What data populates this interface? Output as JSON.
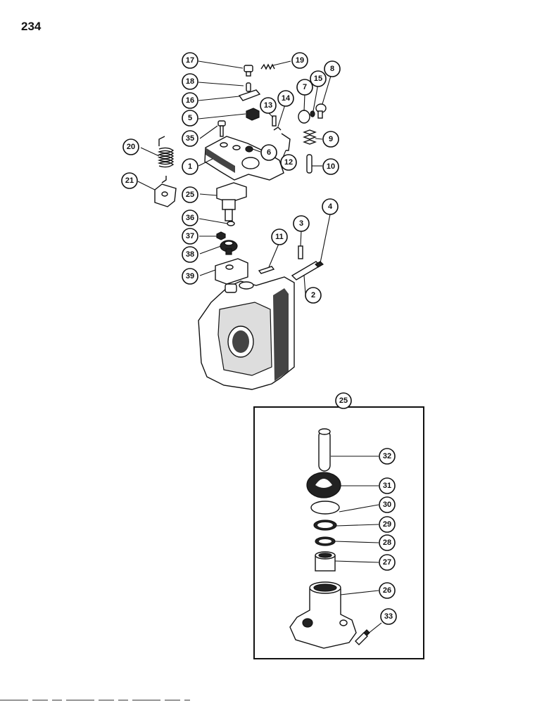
{
  "page_number": "234",
  "callouts": [
    {
      "id": "c17",
      "label": "17"
    },
    {
      "id": "c19",
      "label": "19"
    },
    {
      "id": "c18",
      "label": "18"
    },
    {
      "id": "c16",
      "label": "16"
    },
    {
      "id": "c8",
      "label": "8"
    },
    {
      "id": "c7",
      "label": "7"
    },
    {
      "id": "c15",
      "label": "15"
    },
    {
      "id": "c13",
      "label": "13"
    },
    {
      "id": "c14",
      "label": "14"
    },
    {
      "id": "c5",
      "label": "5"
    },
    {
      "id": "c9",
      "label": "9"
    },
    {
      "id": "c35",
      "label": "35"
    },
    {
      "id": "c20",
      "label": "20"
    },
    {
      "id": "c6",
      "label": "6"
    },
    {
      "id": "c1",
      "label": "1"
    },
    {
      "id": "c12",
      "label": "12"
    },
    {
      "id": "c10",
      "label": "10"
    },
    {
      "id": "c21",
      "label": "21"
    },
    {
      "id": "c25",
      "label": "25"
    },
    {
      "id": "c4",
      "label": "4"
    },
    {
      "id": "c3",
      "label": "3"
    },
    {
      "id": "c36",
      "label": "36"
    },
    {
      "id": "c37",
      "label": "37"
    },
    {
      "id": "c11",
      "label": "11"
    },
    {
      "id": "c38",
      "label": "38"
    },
    {
      "id": "c39",
      "label": "39"
    },
    {
      "id": "c2",
      "label": "2"
    },
    {
      "id": "c25b",
      "label": "25"
    },
    {
      "id": "c32",
      "label": "32"
    },
    {
      "id": "c31",
      "label": "31"
    },
    {
      "id": "c30",
      "label": "30"
    },
    {
      "id": "c29",
      "label": "29"
    },
    {
      "id": "c28",
      "label": "28"
    },
    {
      "id": "c27",
      "label": "27"
    },
    {
      "id": "c26",
      "label": "26"
    },
    {
      "id": "c33",
      "label": "33"
    }
  ]
}
